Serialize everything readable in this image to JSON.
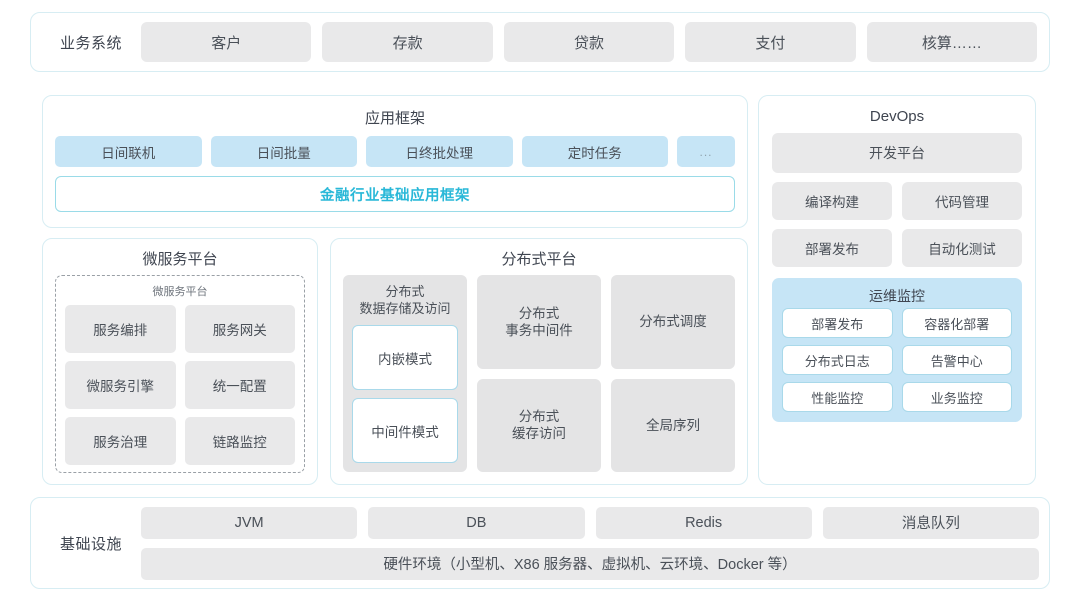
{
  "business": {
    "label": "业务系统",
    "items": [
      "客户",
      "存款",
      "贷款",
      "支付",
      "核算……"
    ]
  },
  "app_framework": {
    "title": "应用框架",
    "cards": [
      "日间联机",
      "日间批量",
      "日终批处理",
      "定时任务"
    ],
    "ellipsis": "...",
    "banner": "金融行业基础应用框架",
    "banner_color": "#29b8d8"
  },
  "microservice": {
    "title": "微服务平台",
    "inner_title": "微服务平台",
    "cards": [
      "服务编排",
      "服务网关",
      "微服务引擎",
      "统一配置",
      "服务治理",
      "链路监控"
    ]
  },
  "distributed": {
    "title": "分布式平台",
    "storage": {
      "title": "分布式\n数据存储及访问",
      "modes": [
        "内嵌模式",
        "中间件模式"
      ]
    },
    "cards": [
      "分布式\n事务中间件",
      "分布式调度",
      "分布式\n缓存访问",
      "全局序列"
    ]
  },
  "devops": {
    "title": "DevOps",
    "platform": "开发平台",
    "cards": [
      "编译构建",
      "代码管理",
      "部署发布",
      "自动化测试"
    ],
    "ops": {
      "title": "运维监控",
      "cards": [
        "部署发布",
        "容器化部署",
        "分布式日志",
        "告警中心",
        "性能监控",
        "业务监控"
      ]
    }
  },
  "infrastructure": {
    "label": "基础设施",
    "items": [
      "JVM",
      "DB",
      "Redis",
      "消息队列"
    ],
    "hardware": "硬件环境（小型机、X86 服务器、虚拟机、云环境、Docker 等）"
  },
  "colors": {
    "panel_border": "#d7edf3",
    "gray_card": "#e9e9ea",
    "blue_card": "#c6e5f6",
    "accent": "#29b8d8"
  }
}
